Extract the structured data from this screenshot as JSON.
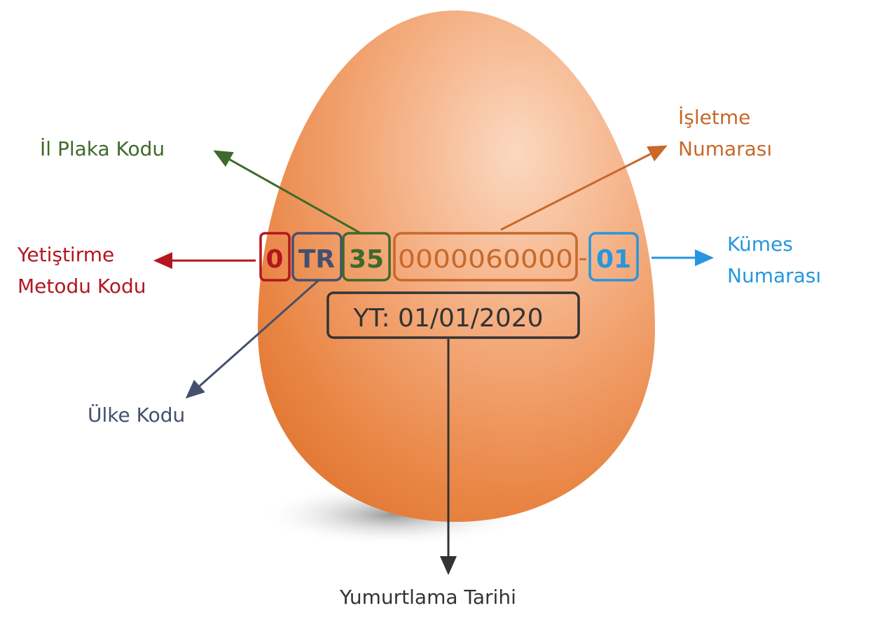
{
  "colors": {
    "method": "#b3161f",
    "country": "#44506d",
    "province": "#3e6a2b",
    "business": "#c8682a",
    "coop": "#2696de",
    "date": "#333333",
    "egg": "#f0a173"
  },
  "code": {
    "method": "0",
    "country": "TR",
    "province": "35",
    "business": "0000060000",
    "separator": "-",
    "coop": "01",
    "date": "YT: 01/01/2020"
  },
  "labels": {
    "province": "İl Plaka Kodu",
    "business_line1": "İşletme",
    "business_line2": "Numarası",
    "method_line1": "Yetiştirme",
    "method_line2": "Metodu Kodu",
    "coop_line1": "Kümes",
    "coop_line2": "Numarası",
    "country": "Ülke Kodu",
    "date": "Yumurtlama Tarihi"
  }
}
